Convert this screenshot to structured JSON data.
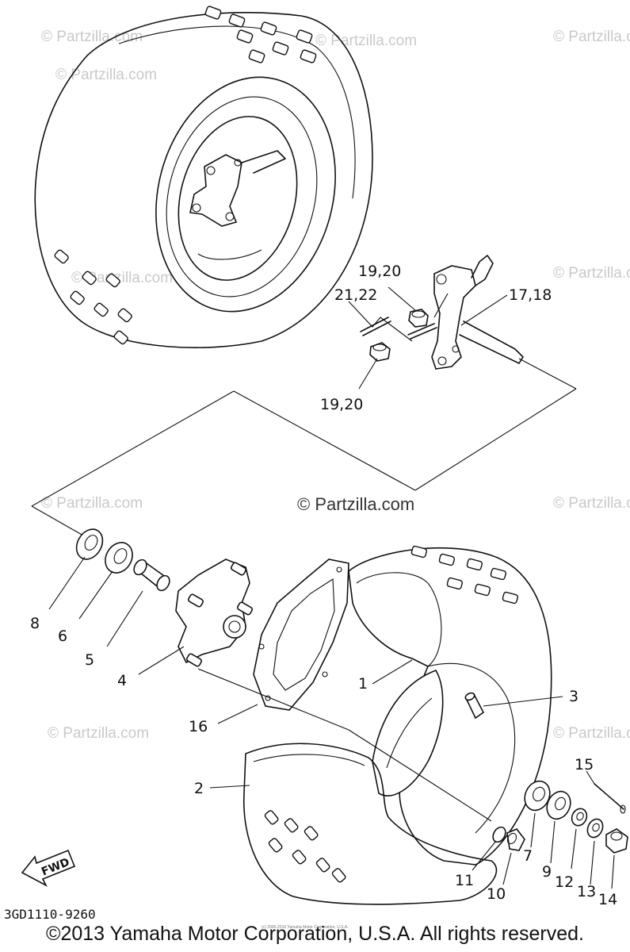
{
  "watermarks": {
    "small": "© Partzilla.com",
    "main": "© Partzilla.com"
  },
  "callouts": {
    "c1": "1",
    "c2": "2",
    "c3": "3",
    "c4": "4",
    "c5": "5",
    "c6": "6",
    "c7": "7",
    "c8": "8",
    "c9": "9",
    "c10": "10",
    "c11": "11",
    "c12": "12",
    "c13": "13",
    "c14": "14",
    "c15": "15",
    "c16": "16",
    "c17_18": "17,18",
    "c19_20_top": "19,20",
    "c19_20_bottom": "19,20",
    "c21_22": "21,22"
  },
  "fwd_label": "FWD",
  "part_code": "3GD1110-9260",
  "fine_print": "(c) 2006-2016 Yamaha Motor Corporation, U.S.A.",
  "copyright": "©2013 Yamaha Motor Corporation, U.S.A. All rights reserved."
}
